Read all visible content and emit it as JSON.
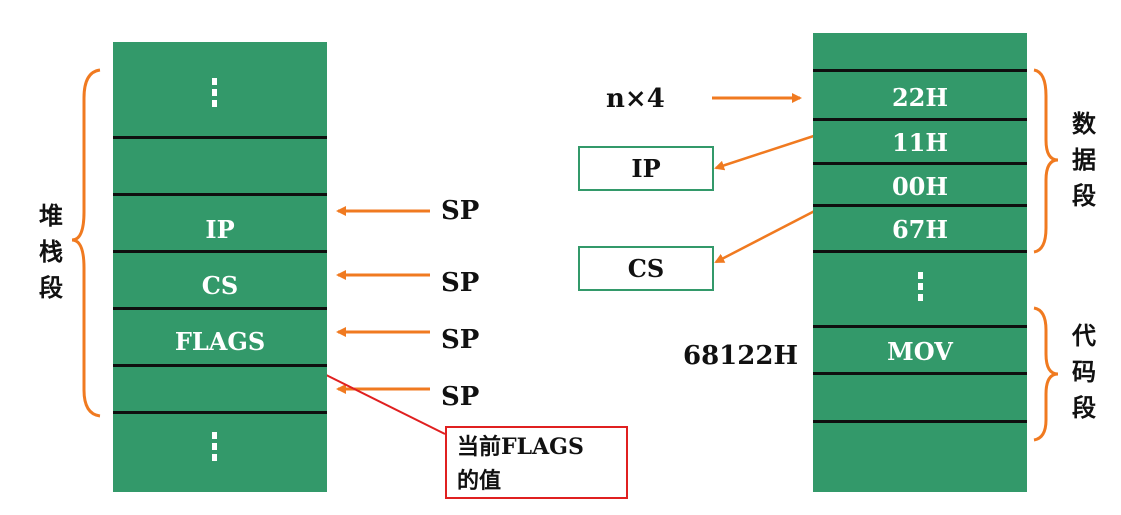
{
  "stack": {
    "label": "堆栈段",
    "cells": [
      "IP",
      "CS",
      "FLAGS"
    ]
  },
  "sp_labels": [
    "SP",
    "SP",
    "SP",
    "SP"
  ],
  "note": {
    "line1": "当前FLAGS",
    "line2": "的值"
  },
  "ivt": {
    "address": "n×4",
    "cells": [
      "22H",
      "11H",
      "00H",
      "67H"
    ],
    "data_label": "数据段",
    "code_label": "代码段",
    "code_address": "68122H",
    "instruction": "MOV"
  },
  "ip_box": "IP",
  "cs_box": "CS",
  "colors": {
    "segment_green": "#33996a",
    "brace_orange": "#f07a20",
    "note_red": "#e02020"
  }
}
